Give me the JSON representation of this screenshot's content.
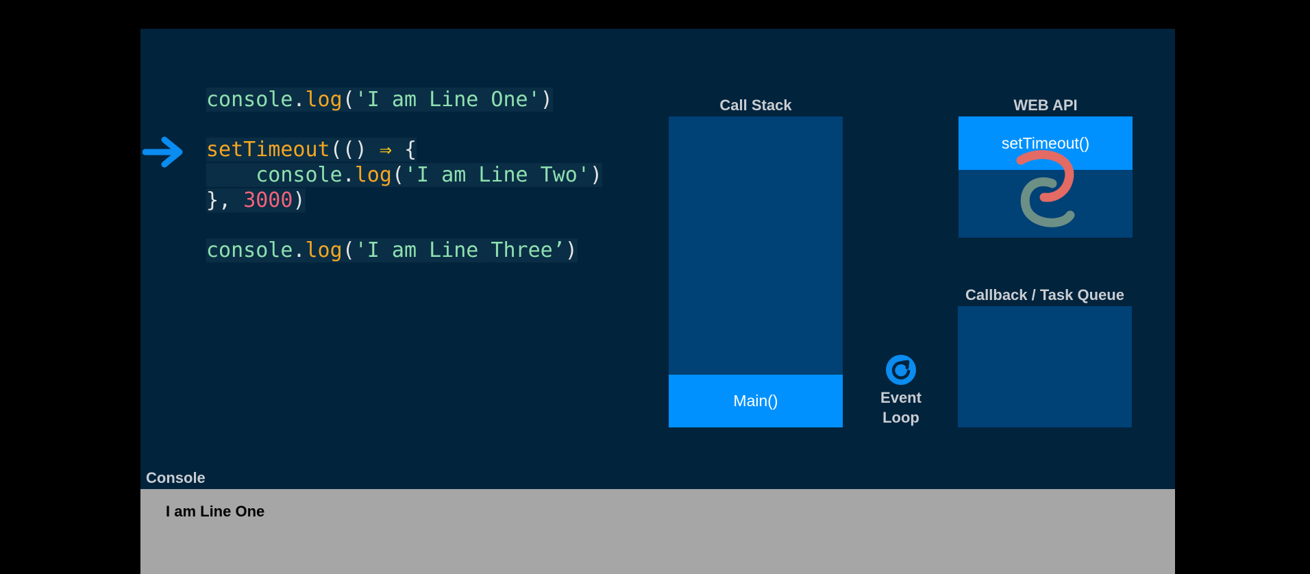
{
  "code": {
    "line1": {
      "obj": "console",
      "dot": ".",
      "fn": "log",
      "open": "(",
      "str": "'I am Line One'",
      "close": ")"
    },
    "line2": {
      "fn": "setTimeout",
      "open": "(",
      "params": "()",
      "arrow": " ⇒ ",
      "brace": "{"
    },
    "line3": {
      "indent": "    ",
      "obj": "console",
      "dot": ".",
      "fn": "log",
      "open": "(",
      "str": "'I am Line Two'",
      "close": ")"
    },
    "line4": {
      "brace": "}",
      "comma": ", ",
      "num": "3000",
      "close": ")"
    },
    "line5": {
      "obj": "console",
      "dot": ".",
      "fn": "log",
      "open": "(",
      "str": "'I am Line Three’",
      "close": ")"
    }
  },
  "call_stack": {
    "label": "Call Stack",
    "frames": [
      "Main()"
    ]
  },
  "web_api": {
    "label": "WEB API",
    "items": [
      "setTimeout()"
    ]
  },
  "task_queue": {
    "label": "Callback / Task Queue",
    "items": []
  },
  "event_loop": {
    "line1": "Event",
    "line2": "Loop",
    "icon": "refresh-icon"
  },
  "console": {
    "label": "Console",
    "lines": [
      "I am Line One"
    ]
  },
  "colors": {
    "stage_bg": "#02233c",
    "panel_bg": "#004176",
    "accent": "#0091ff",
    "console_bg": "#a6a6a6"
  }
}
